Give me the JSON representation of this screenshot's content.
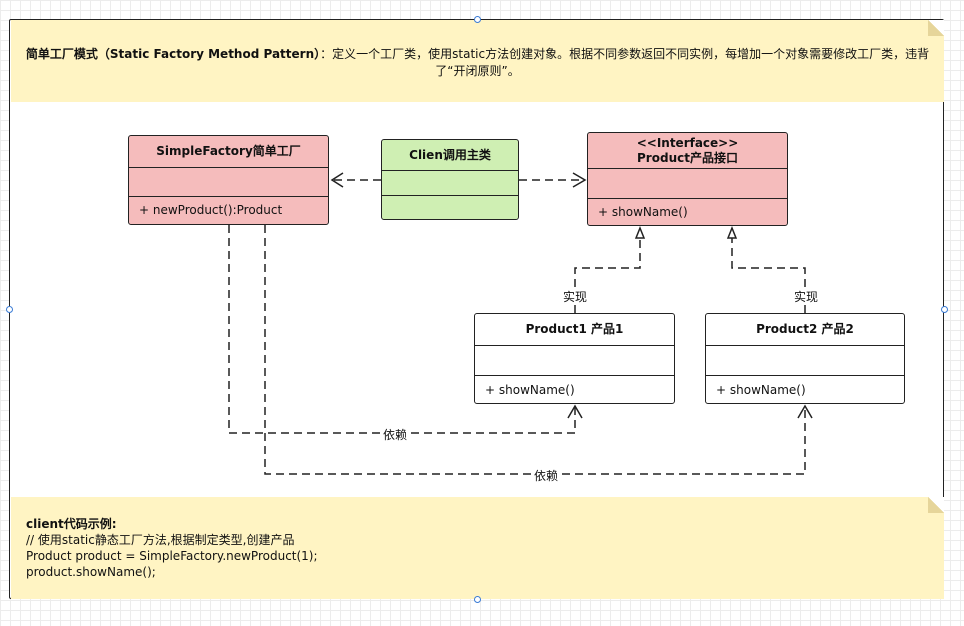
{
  "top_note": {
    "title": "简单工厂模式（Static Factory Method Pattern）",
    "text": "：定义一个工厂类，使用static方法创建对象。根据不同参数返回不同实例，每增加一个对象需要修改工厂类，违背了“开闭原则”。"
  },
  "classes": {
    "simple_factory": {
      "name": "SimpleFactory简单工厂",
      "op": "+ newProduct():Product",
      "color": "#f5bcbc"
    },
    "client": {
      "name": "Clien调用主类",
      "color": "#cfefb3"
    },
    "product_interface": {
      "stereotype": "<<Interface>>",
      "name": "Product产品接口",
      "op": "+ showName()",
      "color": "#f5bcbc"
    },
    "product1": {
      "name": "Product1 产品1",
      "op": "+ showName()"
    },
    "product2": {
      "name": "Product2 产品2",
      "op": "+ showName()"
    }
  },
  "edges": {
    "realize1_label": "实现",
    "realize2_label": "实现",
    "depend1_label": "依赖",
    "depend2_label": "依赖"
  },
  "bottom_note": {
    "title": "client代码示例:",
    "line1": "// 使用static静态工厂方法,根据制定类型,创建产品",
    "line2": "Product product = SimpleFactory.newProduct(1);",
    "line3": "product.showName();"
  }
}
